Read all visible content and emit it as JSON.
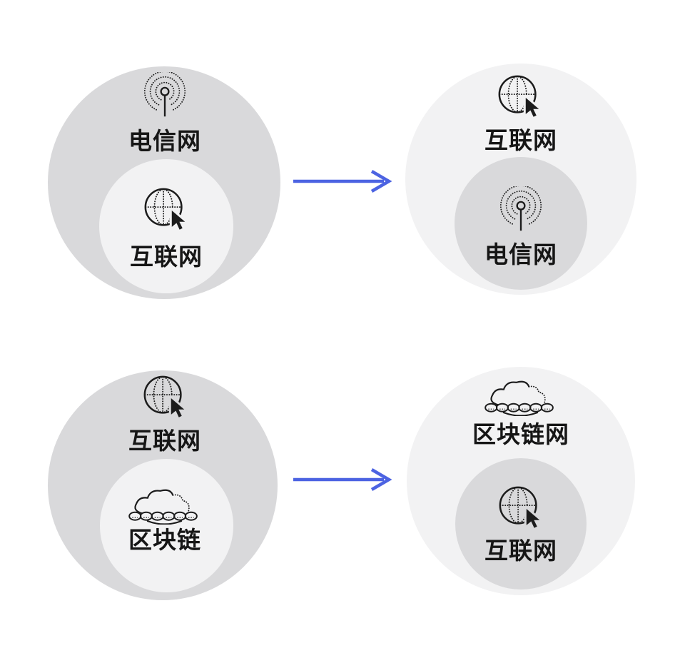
{
  "diagram": {
    "arrow_color": "#4c63e2",
    "circle_tones": {
      "gray": "#d9d9db",
      "light": "#f2f2f3"
    },
    "text_color": "#161616",
    "icon_color": "#1c1c1c",
    "rows": [
      {
        "before": {
          "outer": {
            "label": "电信网",
            "icon": "antenna-icon"
          },
          "inner": {
            "label": "互联网",
            "icon": "globe-cursor-icon"
          }
        },
        "after": {
          "outer": {
            "label": "互联网",
            "icon": "globe-cursor-icon"
          },
          "inner": {
            "label": "电信网",
            "icon": "antenna-icon"
          }
        }
      },
      {
        "before": {
          "outer": {
            "label": "互联网",
            "icon": "globe-cursor-icon"
          },
          "inner": {
            "label": "区块链",
            "icon": "blockchain-icon"
          }
        },
        "after": {
          "outer": {
            "label": "区块链网",
            "icon": "blockchain-icon"
          },
          "inner": {
            "label": "互联网",
            "icon": "globe-cursor-icon"
          }
        }
      }
    ]
  }
}
